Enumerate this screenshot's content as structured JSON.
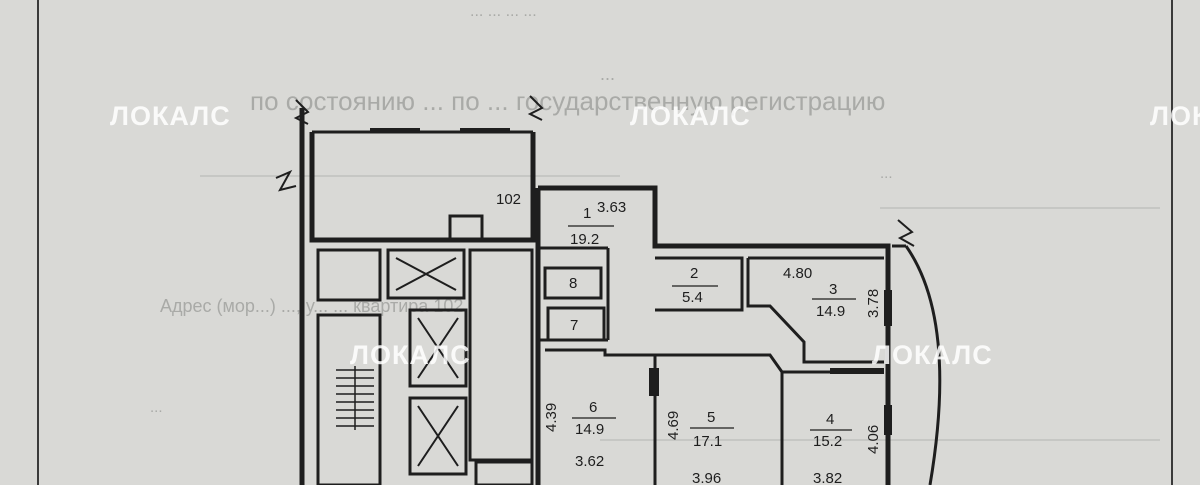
{
  "document": {
    "background_text": [
      "... ... ... ...",
      "по состоянию ... по ... государственную регистрацию",
      "...",
      "Адрес (мор...) ..., у... ... квартира 102",
      "...",
      "..."
    ]
  },
  "plan": {
    "apartment_number": "102",
    "rooms": [
      {
        "id": "1",
        "area": "19.2",
        "dim_a": "3.63"
      },
      {
        "id": "2",
        "area": "5.4"
      },
      {
        "id": "3",
        "area": "14.9",
        "dim_a": "4.80",
        "dim_b": "3.78"
      },
      {
        "id": "4",
        "area": "15.2",
        "dim_a": "4.06",
        "dim_b": "3.82"
      },
      {
        "id": "5",
        "area": "17.1",
        "dim_a": "4.69",
        "dim_b": "3.96"
      },
      {
        "id": "6",
        "area": "14.9",
        "dim_a": "4.39",
        "dim_b": "3.62"
      },
      {
        "id": "7"
      },
      {
        "id": "8"
      }
    ]
  },
  "watermarks": [
    "ЛОКАЛС",
    "ЛОКАЛС",
    "ЛОКАЛС",
    "ЛОКАЛС",
    "ЛОКАЛС"
  ],
  "colors": {
    "paper": "#d9d9d6",
    "ink": "#1e1e1e",
    "watermark": "#ffffff"
  }
}
